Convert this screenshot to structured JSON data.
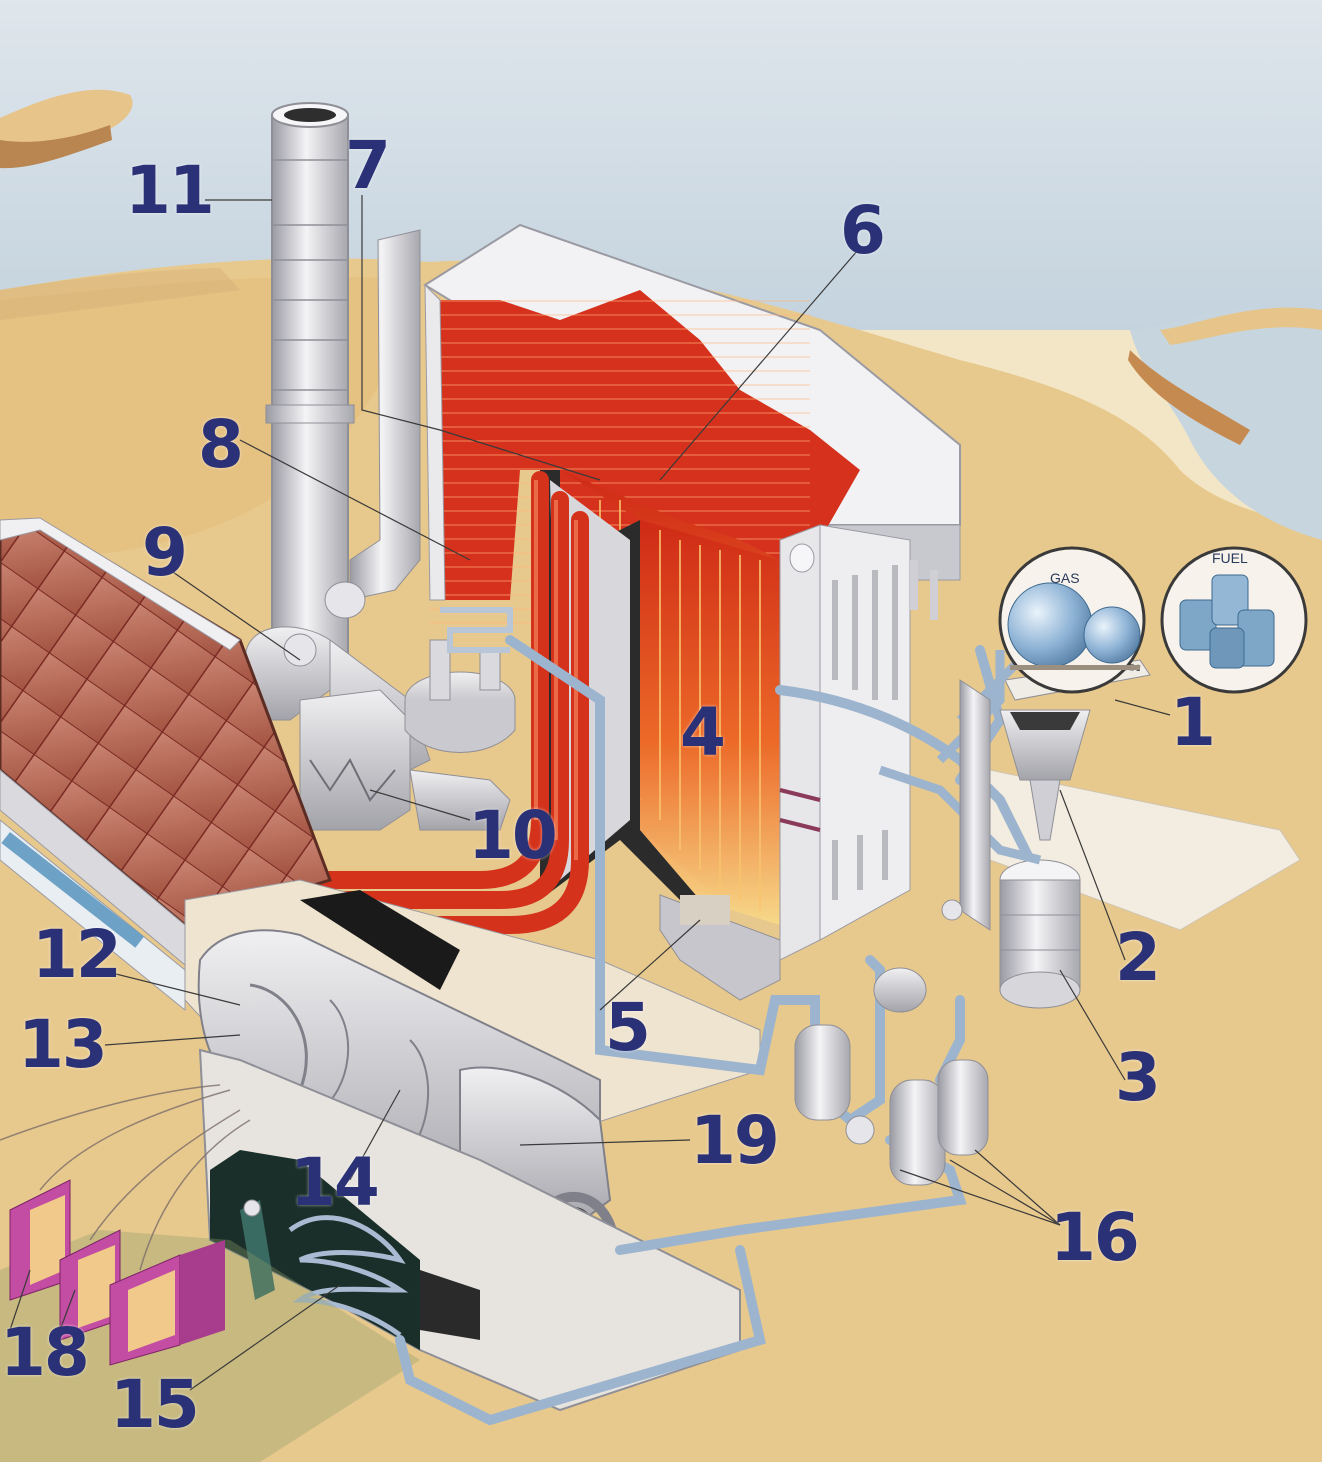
{
  "diagram": {
    "inset_labels": {
      "gas": "GAS",
      "fuel": "FUEL"
    },
    "labels": [
      {
        "id": "1",
        "text": "1"
      },
      {
        "id": "2",
        "text": "2"
      },
      {
        "id": "3",
        "text": "3"
      },
      {
        "id": "4",
        "text": "4"
      },
      {
        "id": "5",
        "text": "5"
      },
      {
        "id": "6",
        "text": "6"
      },
      {
        "id": "7",
        "text": "7"
      },
      {
        "id": "8",
        "text": "8"
      },
      {
        "id": "9",
        "text": "9"
      },
      {
        "id": "10",
        "text": "10"
      },
      {
        "id": "11",
        "text": "11"
      },
      {
        "id": "12",
        "text": "12"
      },
      {
        "id": "13",
        "text": "13"
      },
      {
        "id": "14",
        "text": "14"
      },
      {
        "id": "15",
        "text": "15"
      },
      {
        "id": "16",
        "text": "16"
      },
      {
        "id": "18",
        "text": "18"
      },
      {
        "id": "19",
        "text": "19"
      }
    ]
  },
  "colors": {
    "sky": "#dfe7ee",
    "water": "#c6d4df",
    "sand": "#e7c98f",
    "boiler_hot": "#d9331a",
    "boiler_warm": "#f2a33a",
    "steel": "#d9d9de",
    "pipe_blue": "#9fb6cf",
    "label_navy": "#2b3176",
    "roof": "#b25a44",
    "transformer": "#b0449a"
  }
}
